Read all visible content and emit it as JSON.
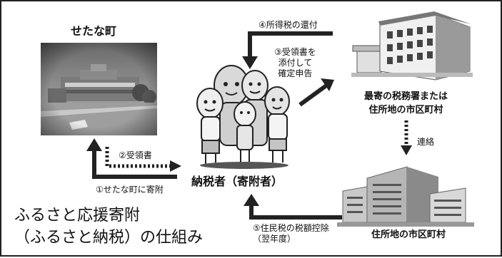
{
  "town": {
    "name": "せたな町"
  },
  "taxpayer": {
    "label": "納税者（寄附者）"
  },
  "tax_office": {
    "line1": "最寄の税務署または",
    "line2": "住所地の市区町村"
  },
  "municipality": {
    "label": "住所地の市区町村"
  },
  "flows": {
    "step1": "①せたな町に寄附",
    "step2": "②受領書",
    "step3_line1": "③受領書を",
    "step3_line2": "添付して",
    "step3_line3": "確定申告",
    "step4": "④所得税の還付",
    "step5_line1": "⑤住民税の税額控除",
    "step5_line2": "（翌年度）",
    "liaison": "連絡"
  },
  "title": {
    "line1": "ふるさと応援寄附",
    "line2": "（ふるさと納税）の仕組み"
  }
}
